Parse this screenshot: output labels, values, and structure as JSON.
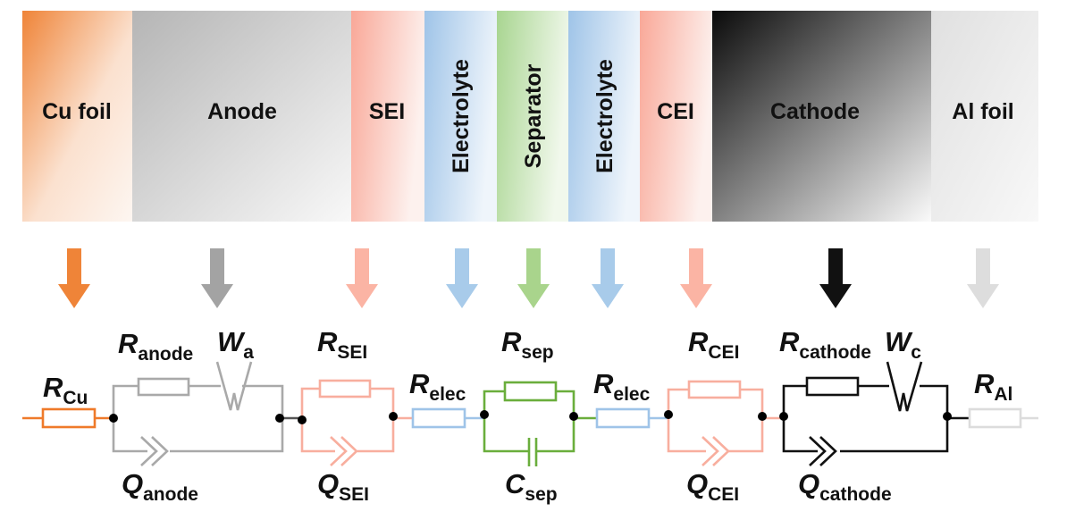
{
  "layers": [
    {
      "label": "Cu foil",
      "color": "#ef8438",
      "orientation": "horizontal"
    },
    {
      "label": "Anode",
      "color": "#b9b9b9",
      "orientation": "horizontal"
    },
    {
      "label": "SEI",
      "color": "#f9a898",
      "orientation": "horizontal"
    },
    {
      "label": "Electrolyte",
      "color": "#9fc4e8",
      "orientation": "vertical"
    },
    {
      "label": "Separator",
      "color": "#a8d590",
      "orientation": "vertical"
    },
    {
      "label": "Electrolyte",
      "color": "#9fc4e8",
      "orientation": "vertical"
    },
    {
      "label": "CEI",
      "color": "#f9a898",
      "orientation": "horizontal"
    },
    {
      "label": "Cathode",
      "color": "#111111",
      "orientation": "horizontal"
    },
    {
      "label": "Al foil",
      "color": "#d9d9d9",
      "orientation": "horizontal"
    }
  ],
  "arrow_colors": [
    "#ef8438",
    "#a3a3a3",
    "#fbb4a4",
    "#a8cbea",
    "#a9d48c",
    "#a8cbea",
    "#fbb4a4",
    "#111111",
    "#dddddd"
  ],
  "circuit": {
    "R_Cu": {
      "main": "R",
      "sub": "Cu"
    },
    "R_anode": {
      "main": "R",
      "sub": "anode"
    },
    "W_a": {
      "main": "W",
      "sub": "a"
    },
    "Q_anode": {
      "main": "Q",
      "sub": "anode"
    },
    "R_SEI": {
      "main": "R",
      "sub": "SEI"
    },
    "Q_SEI": {
      "main": "Q",
      "sub": "SEI"
    },
    "R_elec_1": {
      "main": "R",
      "sub": "elec"
    },
    "R_sep": {
      "main": "R",
      "sub": "sep"
    },
    "C_sep": {
      "main": "C",
      "sub": "sep"
    },
    "R_elec_2": {
      "main": "R",
      "sub": "elec"
    },
    "R_CEI": {
      "main": "R",
      "sub": "CEI"
    },
    "Q_CEI": {
      "main": "Q",
      "sub": "CEI"
    },
    "R_cathode": {
      "main": "R",
      "sub": "cathode"
    },
    "W_c": {
      "main": "W",
      "sub": "c"
    },
    "Q_cathode": {
      "main": "Q",
      "sub": "cathode"
    },
    "R_Al": {
      "main": "R",
      "sub": "Al"
    }
  }
}
